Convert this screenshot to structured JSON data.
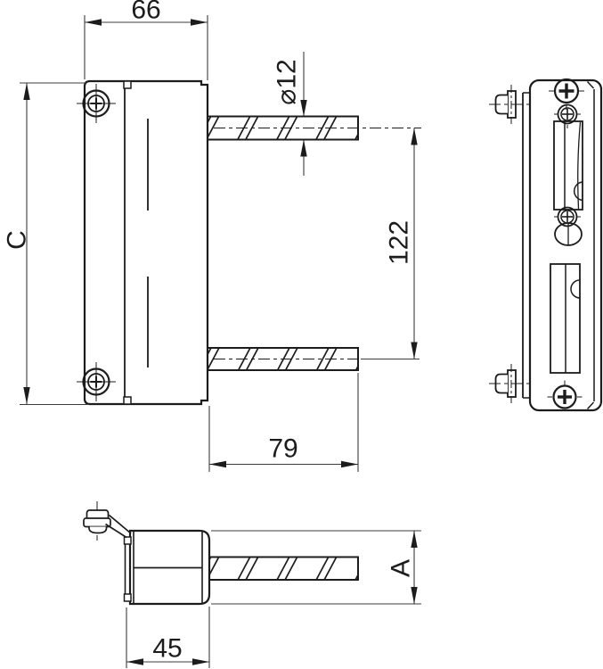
{
  "drawing": {
    "kind": "technical-three-view-drawing",
    "dimensions": {
      "front_width": "66",
      "rod_diameter": "⌀12",
      "rod_spacing": "122",
      "plate_height": "C",
      "rod_length": "79",
      "housing_width": "45",
      "housing_diameter": "A"
    },
    "colors": {
      "line": "#1c1c1c",
      "dimension_line": "#3c3c3c",
      "background": "#ffffff"
    }
  }
}
